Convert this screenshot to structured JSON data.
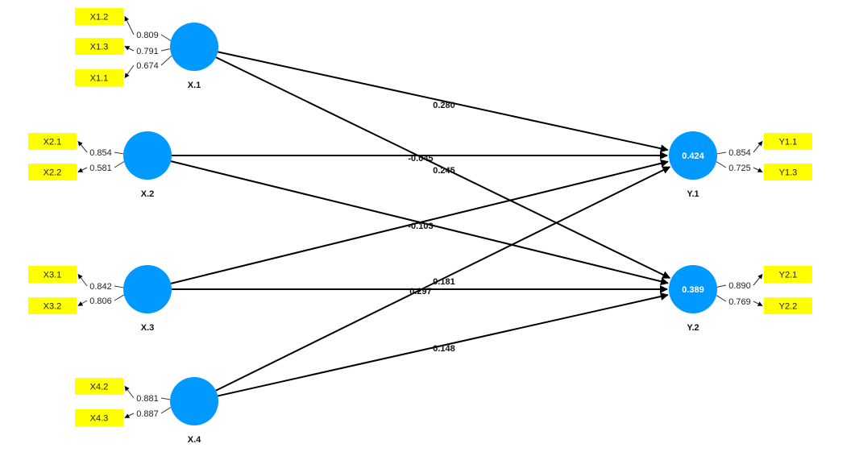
{
  "colors": {
    "construct": "#0099ff",
    "indicator": "#ffff00",
    "line": "#000000"
  },
  "constructs": [
    {
      "id": "X1",
      "label": "X.1"
    },
    {
      "id": "X2",
      "label": "X.2"
    },
    {
      "id": "X3",
      "label": "X.3"
    },
    {
      "id": "X4",
      "label": "X.4"
    },
    {
      "id": "Y1",
      "label": "Y.1",
      "r2": "0.424"
    },
    {
      "id": "Y2",
      "label": "Y.2",
      "r2": "0.389"
    }
  ],
  "indicators": [
    {
      "construct": "X1",
      "label": "X1.2",
      "weight": "0.809"
    },
    {
      "construct": "X1",
      "label": "X1.3",
      "weight": "0.791"
    },
    {
      "construct": "X1",
      "label": "X1.1",
      "weight": "0.674"
    },
    {
      "construct": "X2",
      "label": "X2.1",
      "weight": "0.854"
    },
    {
      "construct": "X2",
      "label": "X2.2",
      "weight": "0.581"
    },
    {
      "construct": "X3",
      "label": "X3.1",
      "weight": "0.842"
    },
    {
      "construct": "X3",
      "label": "X3.2",
      "weight": "0.806"
    },
    {
      "construct": "X4",
      "label": "X4.2",
      "weight": "0.881"
    },
    {
      "construct": "X4",
      "label": "X4.3",
      "weight": "0.887"
    },
    {
      "construct": "Y1",
      "label": "Y1.1",
      "weight": "0.854"
    },
    {
      "construct": "Y1",
      "label": "Y1.3",
      "weight": "0.725"
    },
    {
      "construct": "Y2",
      "label": "Y2.1",
      "weight": "0.890"
    },
    {
      "construct": "Y2",
      "label": "Y2.2",
      "weight": "0.769"
    }
  ],
  "paths": [
    {
      "from": "X1",
      "to": "Y1",
      "coef": "0.280"
    },
    {
      "from": "X1",
      "to": "Y2",
      "coef": "0.245"
    },
    {
      "from": "X2",
      "to": "Y1",
      "coef": "-0.045"
    },
    {
      "from": "X2",
      "to": "Y2",
      "coef": "-0.103"
    },
    {
      "from": "X3",
      "to": "Y1",
      "coef": "0.181"
    },
    {
      "from": "X3",
      "to": "Y2",
      "coef": "0.297"
    },
    {
      "from": "X4",
      "to": "Y1",
      "coef": "0.181"
    },
    {
      "from": "X4",
      "to": "Y2",
      "coef": "0.148"
    }
  ]
}
